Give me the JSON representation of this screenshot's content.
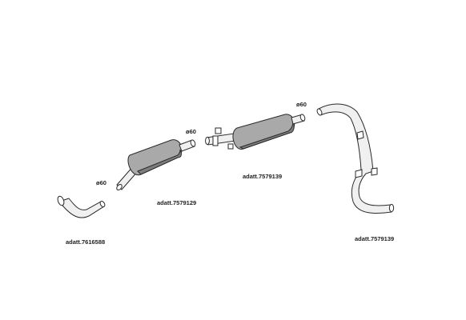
{
  "colors": {
    "outline": "#2a2a2a",
    "pipe_fill": "#f0f0f0",
    "muffler_fill": "#a9a9a9",
    "muffler_dark": "#7d7d7d",
    "label": "#222222"
  },
  "parts": [
    {
      "name": "front-pipe",
      "diameter_label": "ø60",
      "code_label": "adatt.7616588"
    },
    {
      "name": "middle-muffler",
      "diameter_label": "ø60",
      "code_label": "adatt.7579129"
    },
    {
      "name": "rear-muffler",
      "diameter_label": "ø60",
      "code_label": "adatt.7579139"
    },
    {
      "name": "tail-pipe",
      "code_label": "adatt.7579139"
    }
  ]
}
